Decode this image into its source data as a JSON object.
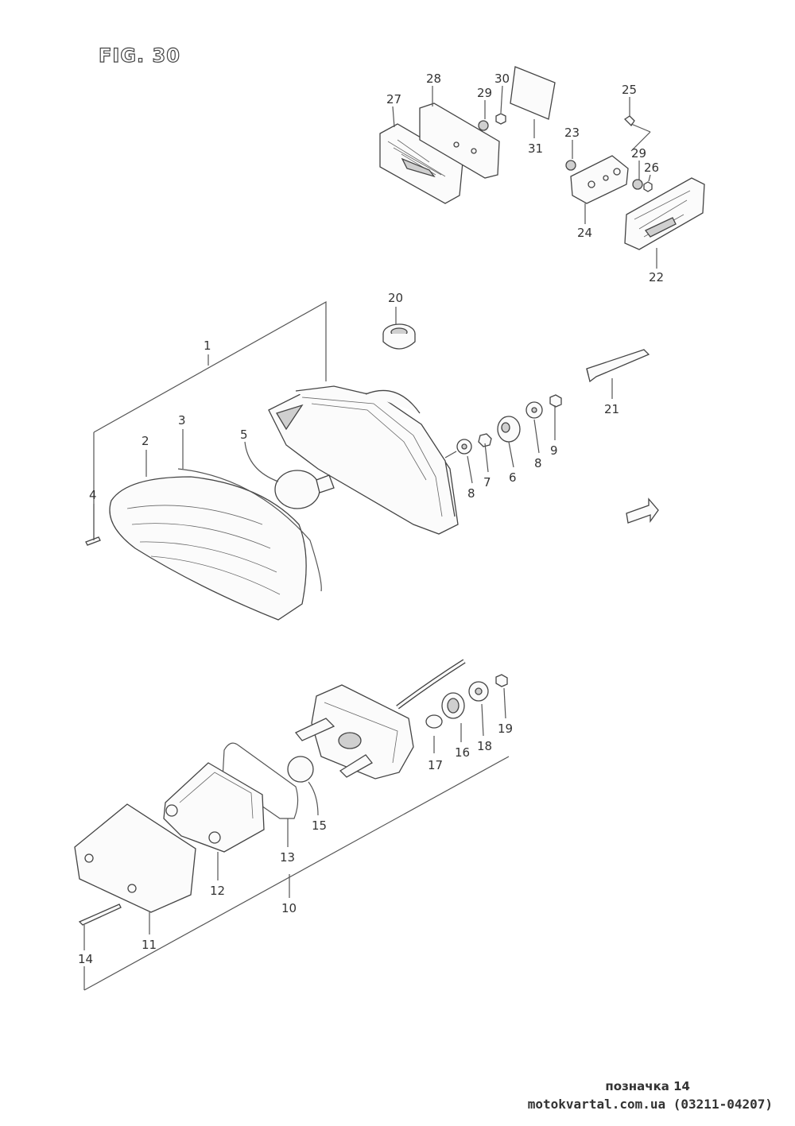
{
  "figure": {
    "title": "FIG. 30"
  },
  "labels": {
    "p1": "1",
    "p2": "2",
    "p3": "3",
    "p4": "4",
    "p5": "5",
    "p6": "6",
    "p7": "7",
    "p8a": "8",
    "p8b": "8",
    "p9": "9",
    "p10": "10",
    "p11": "11",
    "p12": "12",
    "p13": "13",
    "p14": "14",
    "p15": "15",
    "p16": "16",
    "p17": "17",
    "p18": "18",
    "p19": "19",
    "p20": "20",
    "p21": "21",
    "p22": "22",
    "p23": "23",
    "p24": "24",
    "p25": "25",
    "p26": "26",
    "p27": "27",
    "p28": "28",
    "p29a": "29",
    "p29b": "29",
    "p30": "30",
    "p31": "31"
  },
  "footer": {
    "caption": "позначка 14",
    "site": "motokvartal.com.ua (03211-04207)"
  }
}
